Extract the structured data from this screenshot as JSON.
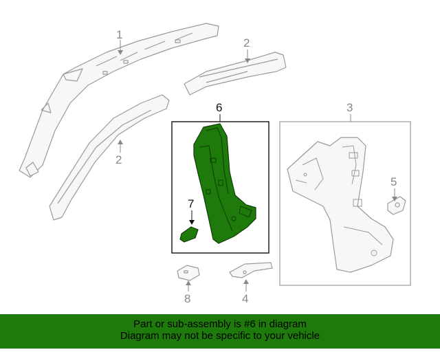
{
  "callouts": {
    "c1": "1",
    "c2a": "2",
    "c2b": "2",
    "c3": "3",
    "c4": "4",
    "c5": "5",
    "c6": "6",
    "c7": "7",
    "c8": "8"
  },
  "banner": {
    "line1": "Part or sub-assembly is #6 in diagram",
    "line2": "Diagram may not be specific to your vehicle"
  },
  "colors": {
    "highlight_fill": "#1f7a0c",
    "banner_bg": "#1f7a0c",
    "line_art": "#9a9a9a"
  }
}
